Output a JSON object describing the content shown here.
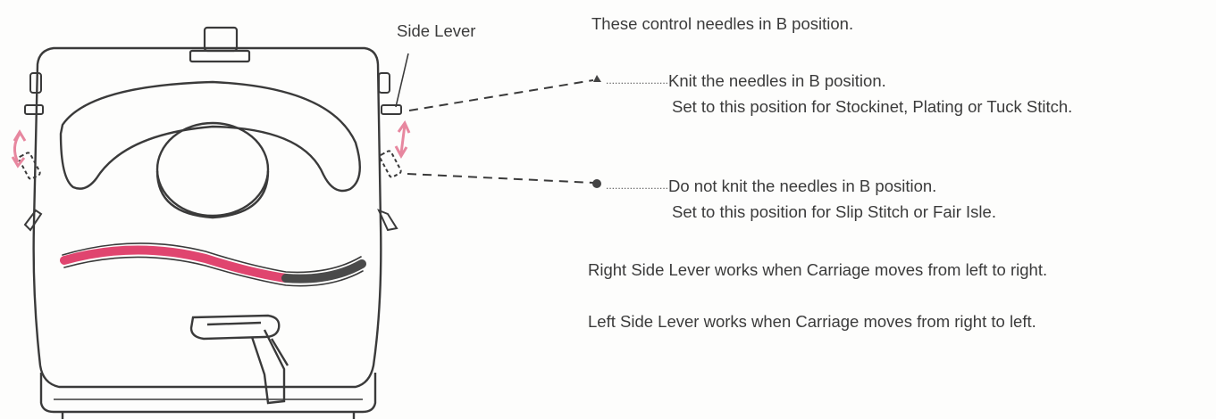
{
  "labels": {
    "side_lever": "Side Lever",
    "header": "These control needles in B position."
  },
  "options": [
    {
      "marker": "triangle",
      "line1": "Knit the needles in B position.",
      "line2": "Set to this position for Stockinet, Plating or Tuck Stitch."
    },
    {
      "marker": "dot",
      "line1": "Do not knit the needles in B position.",
      "line2": "Set to this position for Slip Stitch or Fair Isle."
    }
  ],
  "notes": {
    "right_lever": "Right Side Lever works when Carriage moves from left to right.",
    "left_lever": "Left Side Lever works when Carriage moves from right to left."
  },
  "colors": {
    "line": "#3a3a3a",
    "accent_pink": "#e0456f",
    "arrow_pink": "#e7879f",
    "dark_band": "#4a4a4a"
  }
}
